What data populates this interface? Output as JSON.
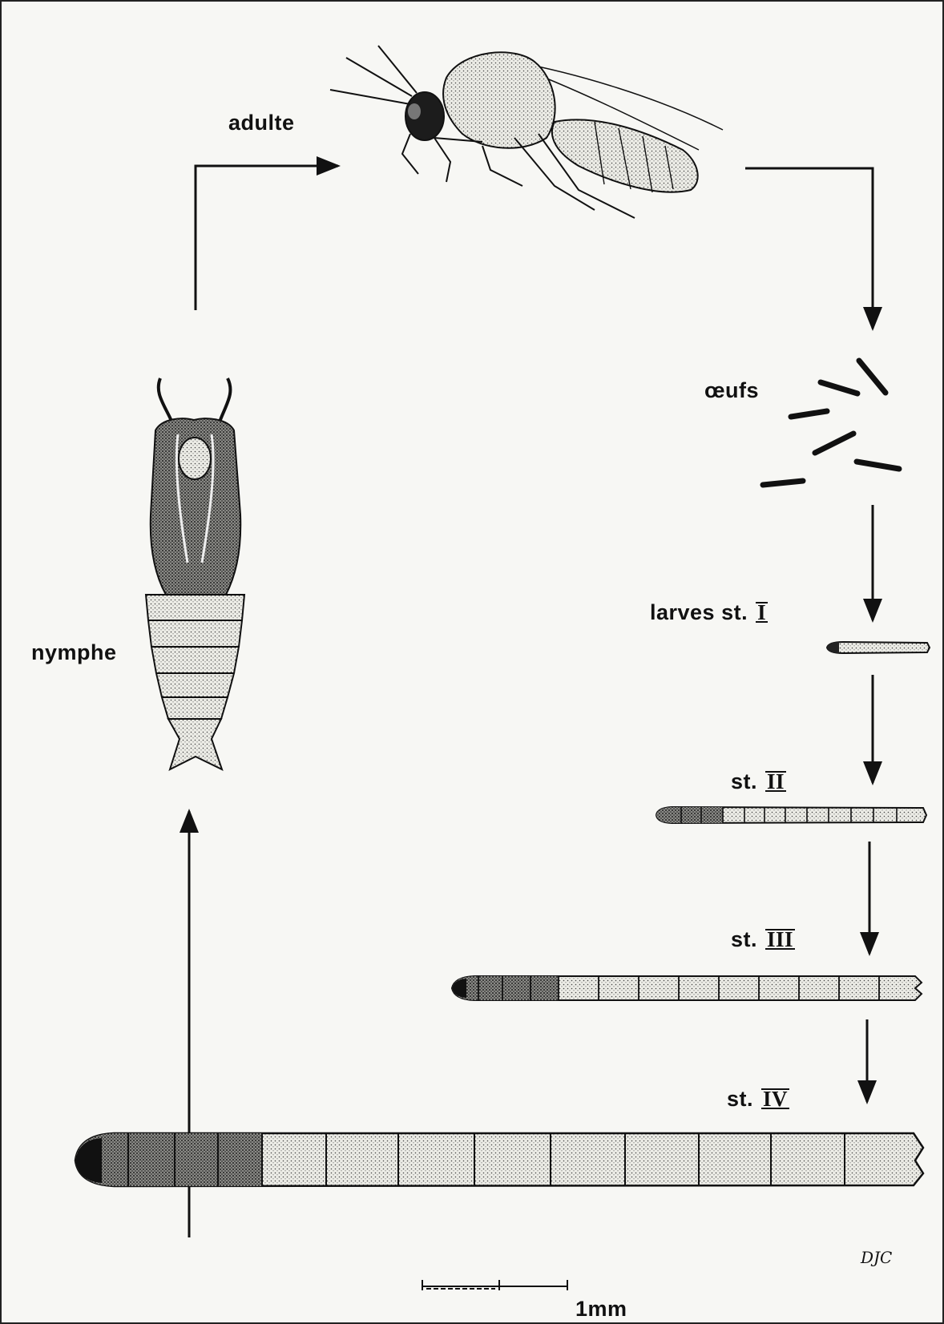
{
  "labels": {
    "adult": "adulte",
    "eggs": "œufs",
    "larvae_prefix": "larves st.",
    "stage_prefix": "st.",
    "stage_1": "I",
    "stage_2": "II",
    "stage_3": "III",
    "stage_4": "IV",
    "nymph": "nymphe",
    "scale": "1mm",
    "signature": "DJC"
  },
  "colors": {
    "ink": "#111111",
    "paper": "#f7f7f4",
    "segment_fill": "#e2e2dc",
    "head_fill": "#3a3a3a"
  }
}
